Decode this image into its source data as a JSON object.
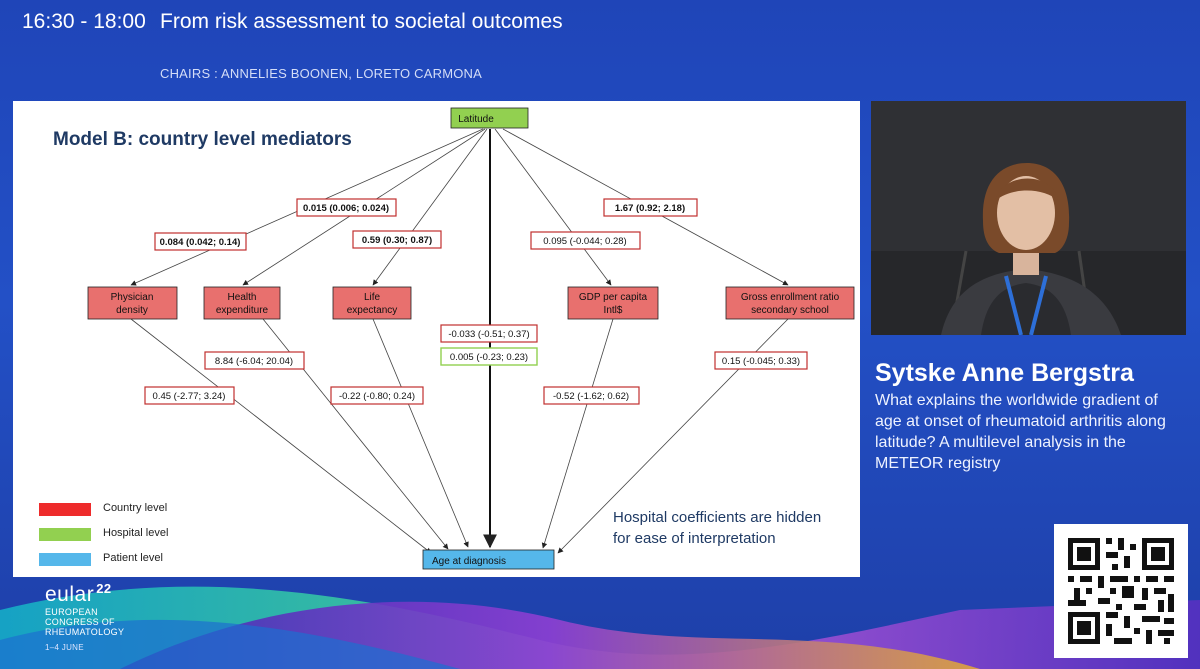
{
  "header": {
    "time": "16:30 - 18:00",
    "session_title": "From risk assessment to societal outcomes",
    "chairs": "CHAIRS : ANNELIES BOONEN, LORETO CARMONA"
  },
  "slide": {
    "title": "Model B: country level mediators",
    "nodes": {
      "latitude": "Latitude",
      "physician": [
        "Physician",
        "density"
      ],
      "health": [
        "Health",
        "expenditure"
      ],
      "life": [
        "Life",
        "expectancy"
      ],
      "gdp": [
        "GDP per capita",
        "Intl$"
      ],
      "gross": [
        "Gross enrollment ratio",
        "secondary school"
      ],
      "age": "Age at diagnosis"
    },
    "coefficients": {
      "lat_physician": "0.084 (0.042; 0.14)",
      "lat_health": "0.015 (0.006; 0.024)",
      "lat_life": "0.59 (0.30; 0.87)",
      "lat_gdp": "0.095 (-0.044; 0.28)",
      "lat_gross": "1.67 (0.92; 2.18)",
      "lat_age_country": "-0.033 (-0.51; 0.37)",
      "lat_age_hospital": "0.005 (-0.23; 0.23)",
      "physician_age": "0.45 (-2.77; 3.24)",
      "health_age": "8.84 (-6.04; 20.04)",
      "life_age": "-0.22 (-0.80; 0.24)",
      "gdp_age": "-0.52 (-1.62; 0.62)",
      "gross_age": "0.15 (-0.045; 0.33)"
    },
    "legend": [
      {
        "label": "Country level",
        "color": "#ee2b2b"
      },
      {
        "label": "Hospital level",
        "color": "#92d050"
      },
      {
        "label": "Patient level",
        "color": "#55b7ea"
      }
    ],
    "note": [
      "Hospital coefficients are hidden",
      "for ease of interpretation"
    ]
  },
  "colors": {
    "country_fill": "#e8706e",
    "country_border": "#b03030",
    "hospital_fill": "#92d050",
    "patient_fill": "#55b7ea",
    "coef_border": "#c0302e",
    "hospital_border": "#92d050",
    "title_color": "#1f3a64"
  },
  "speaker": {
    "name": "Sytske Anne Bergstra",
    "talk_title": "What explains the worldwide gradient of age at onset of rheumatoid arthritis along latitude? A multilevel analysis in the METEOR registry"
  },
  "logo": {
    "main": "eular",
    "edition": "22",
    "line1": "EUROPEAN",
    "line2": "CONGRESS OF",
    "line3": "RHEUMATOLOGY",
    "dates": "1–4 JUNE"
  },
  "icons": {
    "qr": "qr-code-icon"
  }
}
